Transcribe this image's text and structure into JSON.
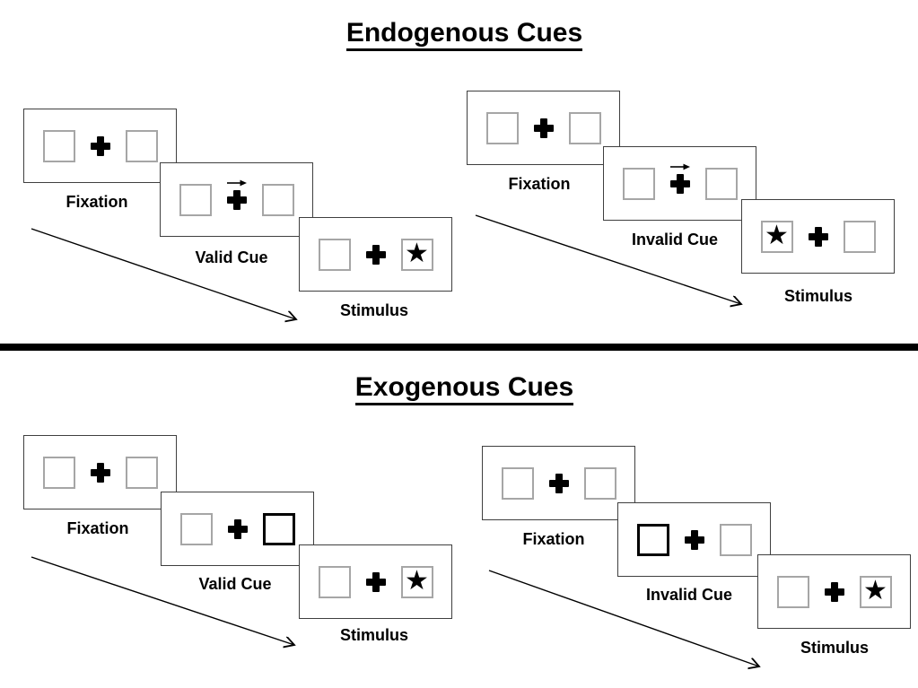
{
  "sections": [
    {
      "title": "Endogenous Cues",
      "cue_type": "central arrow above fixation cross",
      "sequences": [
        {
          "condition": "valid",
          "steps": [
            {
              "label": "Fixation",
              "left_box": "empty",
              "center": "fixation-cross",
              "right_box": "empty"
            },
            {
              "label": "Valid Cue",
              "left_box": "empty",
              "center": "fixation-cross-with-right-arrow",
              "right_box": "empty"
            },
            {
              "label": "Stimulus",
              "left_box": "empty",
              "center": "fixation-cross",
              "right_box": "star"
            }
          ]
        },
        {
          "condition": "invalid",
          "steps": [
            {
              "label": "Fixation",
              "left_box": "empty",
              "center": "fixation-cross",
              "right_box": "empty"
            },
            {
              "label": "Invalid Cue",
              "left_box": "empty",
              "center": "fixation-cross-with-right-arrow",
              "right_box": "empty"
            },
            {
              "label": "Stimulus",
              "left_box": "star",
              "center": "fixation-cross",
              "right_box": "empty"
            }
          ]
        }
      ]
    },
    {
      "title": "Exogenous Cues",
      "cue_type": "thick-bordered peripheral box",
      "sequences": [
        {
          "condition": "valid",
          "steps": [
            {
              "label": "Fixation",
              "left_box": "empty",
              "center": "fixation-cross",
              "right_box": "empty"
            },
            {
              "label": "Valid Cue",
              "left_box": "empty",
              "center": "fixation-cross",
              "right_box": "thick-highlight-box"
            },
            {
              "label": "Stimulus",
              "left_box": "empty",
              "center": "fixation-cross",
              "right_box": "star"
            }
          ]
        },
        {
          "condition": "invalid",
          "steps": [
            {
              "label": "Fixation",
              "left_box": "empty",
              "center": "fixation-cross",
              "right_box": "empty"
            },
            {
              "label": "Invalid Cue",
              "left_box": "thick-highlight-box",
              "center": "fixation-cross",
              "right_box": "empty"
            },
            {
              "label": "Stimulus",
              "left_box": "empty",
              "center": "fixation-cross",
              "right_box": "star"
            }
          ]
        }
      ]
    }
  ],
  "icons": {
    "star": "★",
    "cue_arrow_direction": "right"
  },
  "colors": {
    "background": "#ffffff",
    "panel_border": "#3f3f3f",
    "box_border": "#a6a6a6",
    "ink": "#000000"
  }
}
